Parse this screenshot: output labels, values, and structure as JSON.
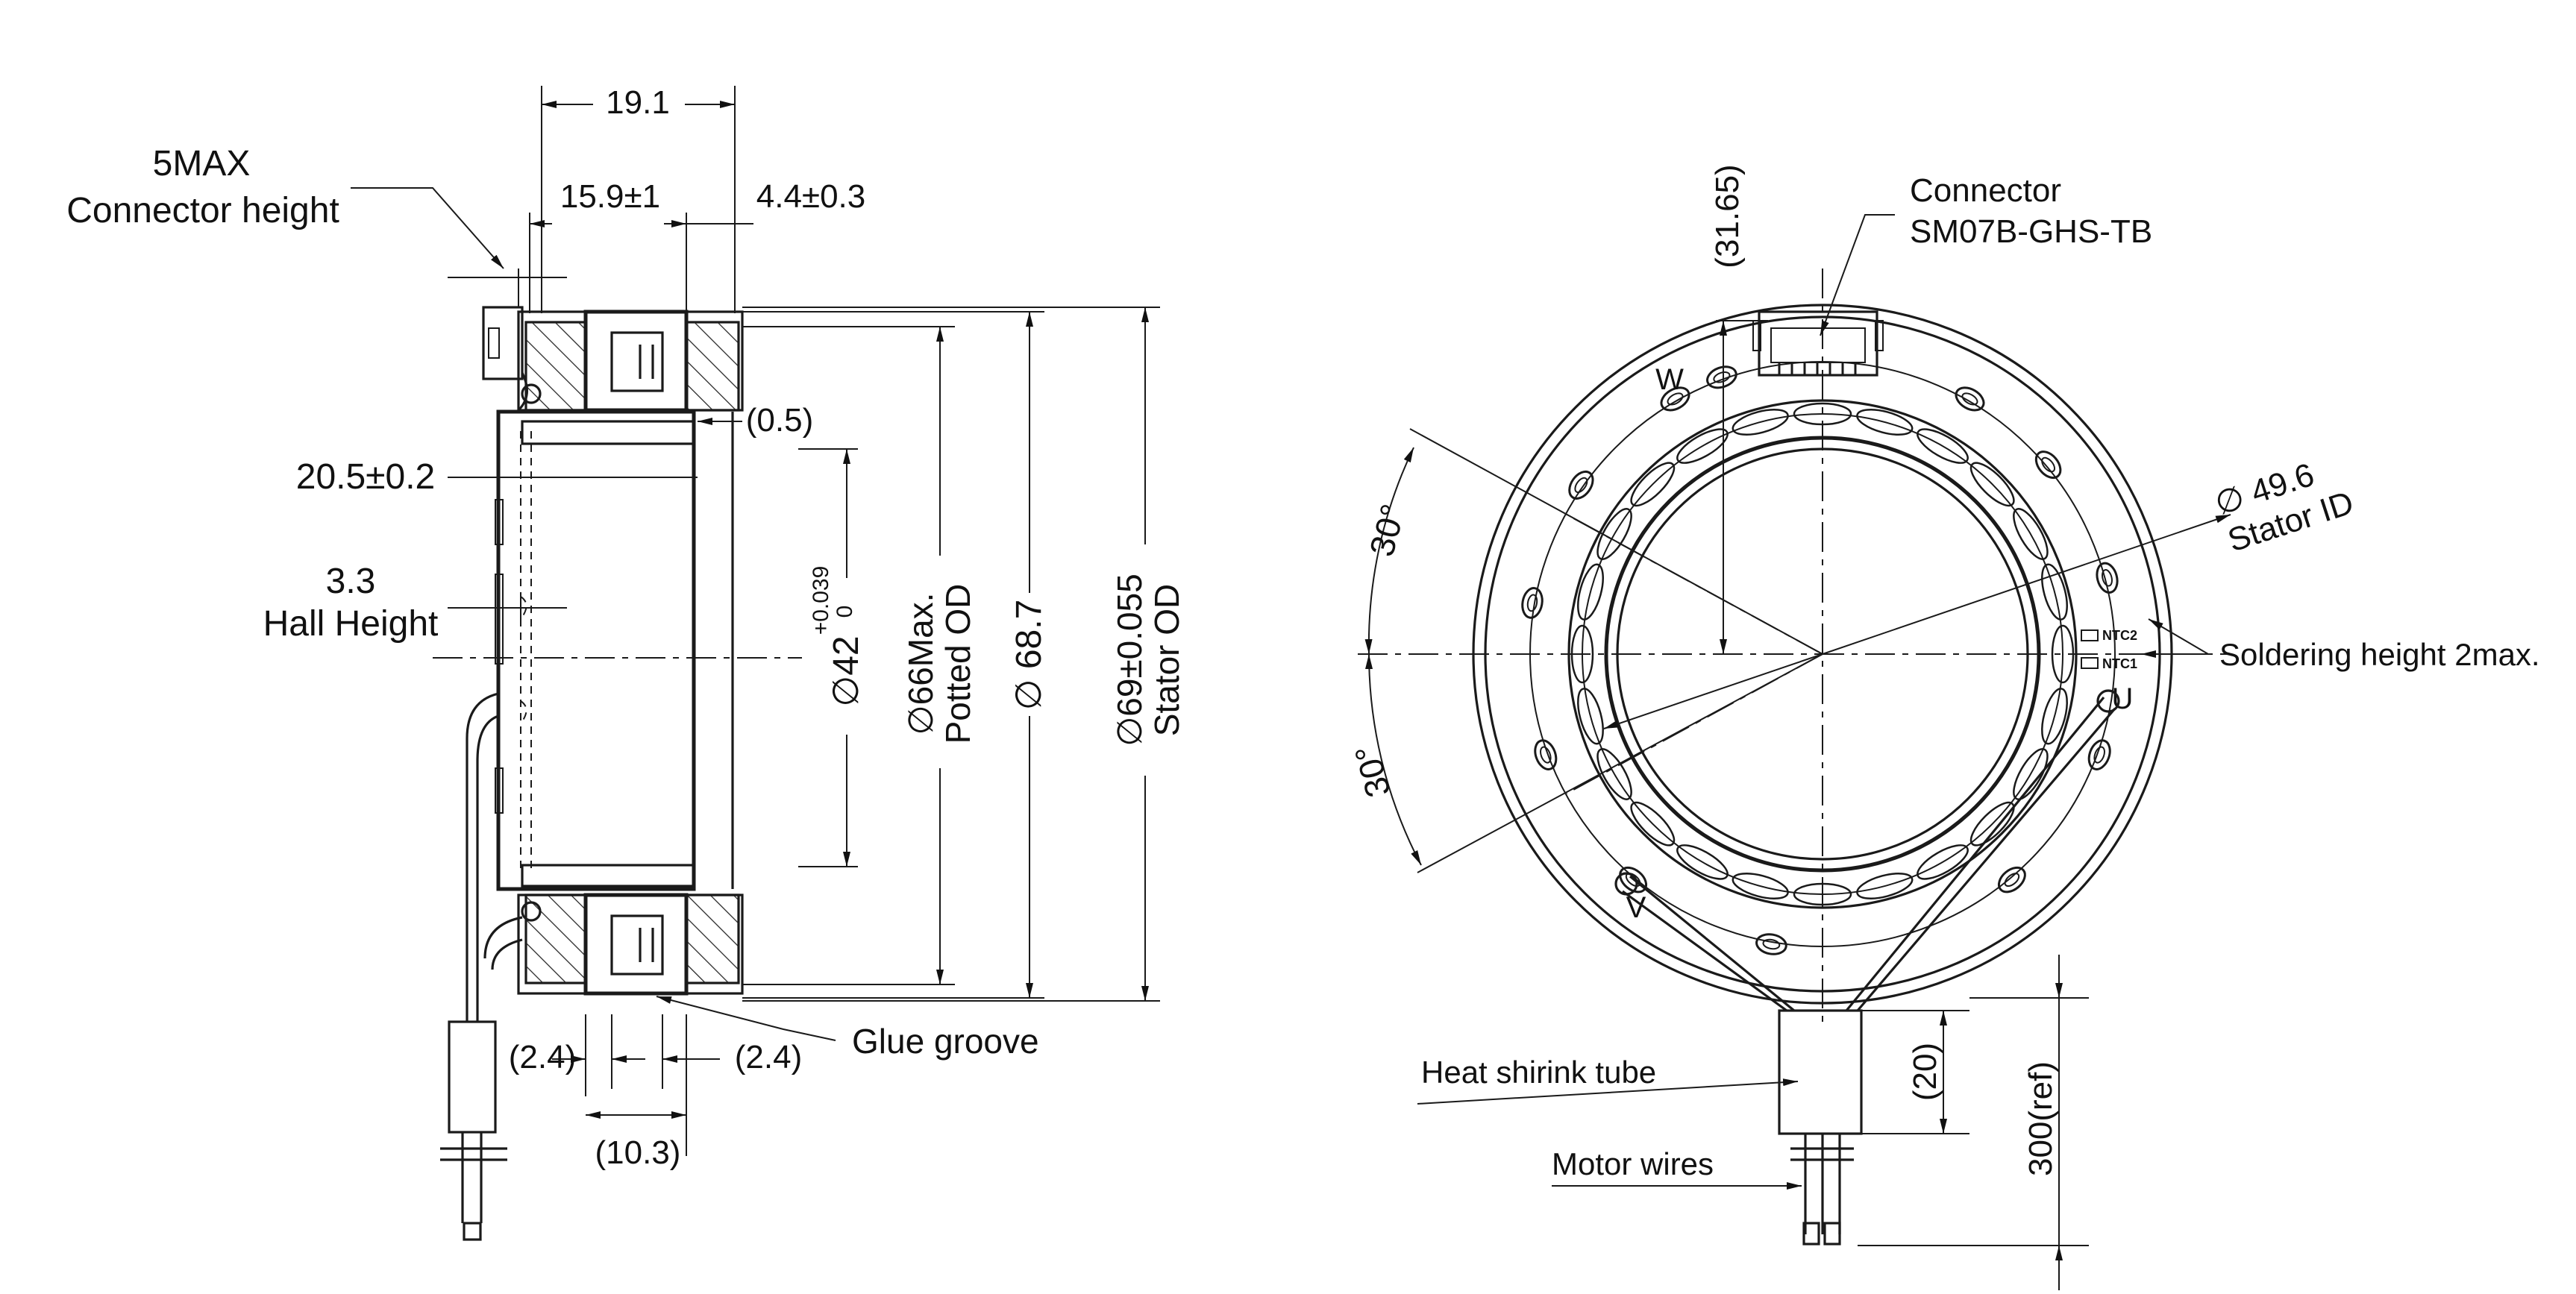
{
  "side_view": {
    "width_top": "19.1",
    "connector_label_1": "5MAX",
    "connector_label_2": "Connector height",
    "dim_15_9": "15.9±1",
    "dim_4_4": "4.4±0.3",
    "dim_0_5": "(0.5)",
    "dim_20_5": "20.5±0.2",
    "hall_1": "3.3",
    "hall_2": "Hall Height",
    "id_dia": "∅42",
    "id_tol_up": "+0.039",
    "id_tol_lo": "0",
    "potted_1": "∅66Max.",
    "potted_2": "Potted OD",
    "dia_68_7": "∅ 68.7",
    "stator_1": "∅69±0.055",
    "stator_2": "Stator OD",
    "glue_left": "(2.4)",
    "glue_right": "(2.4)",
    "glue_label": "Glue groove",
    "bottom_dim": "(10.3)"
  },
  "front_view": {
    "dim_31_65": "(31.65)",
    "connector_1": "Connector",
    "connector_2": "SM07B-GHS-TB",
    "phase_w": "W",
    "phase_u": "U",
    "phase_v": "V",
    "ntc_1": "NTC2",
    "ntc_2": "NTC1",
    "stator_id_1": "∅ 49.6",
    "stator_id_2": "Stator ID",
    "angle_top": "30°",
    "angle_bottom": "30°",
    "soldering": "Soldering height 2max.",
    "heat_shrink": "Heat shirink tube",
    "motor_wires": "Motor wires",
    "dim_20": "(20)",
    "dim_300": "300(ref)"
  }
}
